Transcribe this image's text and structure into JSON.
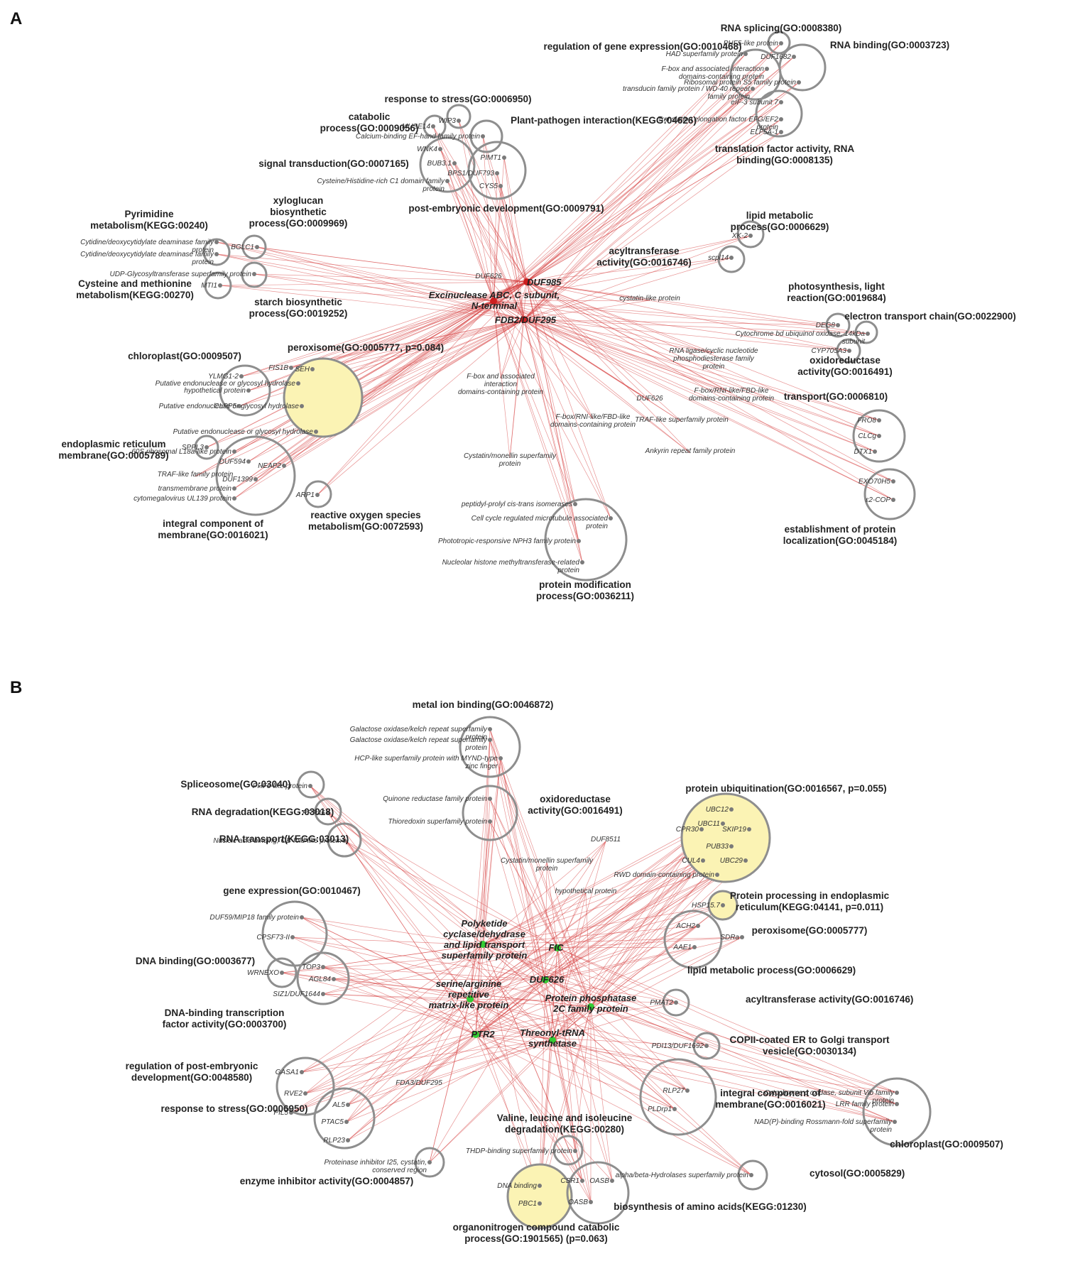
{
  "panels": [
    {
      "letter": "A",
      "hub_color": "#cc1f1f",
      "hubs": [
        {
          "id": "a_h1",
          "label": "DUF985"
        },
        {
          "id": "a_h2",
          "label": "Excinuclease ABC, C subunit, N-terminal"
        },
        {
          "id": "a_h3",
          "label": "FDB2/DUF295"
        }
      ],
      "terms": [
        {
          "id": "a_t1",
          "label": "RNA splicing(GO:0008380)",
          "genes": [
            "PHF5-like protein"
          ]
        },
        {
          "id": "a_t2",
          "label": "regulation of gene expression(GO:0010468)",
          "genes": [
            "HAD superfamily protein",
            "F-box and associated interaction domains-containing protein",
            "transducin family protein / WD-40 repeat family protein"
          ]
        },
        {
          "id": "a_t3",
          "label": "RNA binding(GO:0003723)",
          "genes": [
            "DUF1682",
            "Ribosomal protein S5 family protein"
          ]
        },
        {
          "id": "a_t4",
          "label": "translation factor activity, RNA binding(GO:0008135)",
          "genes": [
            "eIF-3 subunit 7",
            "Translation elongation factor EFG/EF2 protein",
            "ELF5A-1"
          ]
        },
        {
          "id": "a_t5",
          "label": "response to stress(GO:0006950)",
          "genes": [
            "WIP3"
          ]
        },
        {
          "id": "a_t6",
          "label": "catabolic process(GO:0009056)",
          "genes": [
            "MUSE14"
          ]
        },
        {
          "id": "a_t7",
          "label": "Plant-pathogen interaction(KEGG:04626)",
          "genes": [
            "Calcium-binding EF-hand family protein"
          ]
        },
        {
          "id": "a_t8",
          "label": "signal transduction(GO:0007165)",
          "genes": [
            "WNK4",
            "BUB3.1",
            "Cysteine/Histidine-rich C1 domain family protein"
          ]
        },
        {
          "id": "a_t9",
          "label": "post-embryonic development(GO:0009791)",
          "genes": [
            "PIMT1",
            "BPS1/DUF793",
            "CYS5"
          ]
        },
        {
          "id": "a_t10",
          "label": "Pyrimidine metabolism(KEGG:00240)",
          "genes": [
            "Cytidine/deoxycytidylate deaminase family protein",
            "Cytidine/deoxycytidylate deaminase family protein"
          ]
        },
        {
          "id": "a_t11",
          "label": "xyloglucan biosynthetic process(GO:0009969)",
          "genes": [
            "BGLC1"
          ]
        },
        {
          "id": "a_t12",
          "label": "Cysteine and methionine metabolism(KEGG:00270)",
          "genes": [
            "MTI1"
          ]
        },
        {
          "id": "a_t13",
          "label": "starch biosynthetic process(GO:0019252)",
          "genes": [
            "UDP-Glycosyltransferase superfamily protein"
          ]
        },
        {
          "id": "a_t14",
          "label": "lipid metabolic process(GO:0006629)",
          "genes": [
            "XK-2"
          ]
        },
        {
          "id": "a_t15",
          "label": "acyltransferase activity(GO:0016746)",
          "genes": [
            "scpl14"
          ]
        },
        {
          "id": "a_t16",
          "label": "photosynthesis, light reaction(GO:0019684)",
          "genes": [
            "DEG8"
          ]
        },
        {
          "id": "a_t17",
          "label": "electron transport chain(GO:0022900)",
          "genes": [
            "Cytochrome bd ubiquinol oxidase, 14kDa subunit"
          ]
        },
        {
          "id": "a_t18",
          "label": "oxidoreductase activity(GO:0016491)",
          "genes": [
            "CYP705A3"
          ]
        },
        {
          "id": "a_t19",
          "label": "chloroplast(GO:0009507)",
          "genes": [
            "YLMG1-2",
            "hypothetical protein",
            "CLPP5"
          ]
        },
        {
          "id": "a_t20",
          "label": "peroxisome(GO:0005777, p=0.084)",
          "genes": [
            "FIS1B",
            "SEH",
            "Putative endonuclease or glycosyl hydrolase",
            "Putative endonuclease or glycosyl hydrolase",
            "Putative endonuclease or glycosyl hydrolase"
          ]
        },
        {
          "id": "a_t21",
          "label": "endoplasmic reticulum membrane(GO:0005789)",
          "genes": [
            "SPPL3"
          ]
        },
        {
          "id": "a_t22",
          "label": "integral component of membrane(GO:0016021)",
          "genes": [
            "60S ribosomal L18a-like protein",
            "DUF594",
            "NEAP2",
            "DUF1399",
            "transmembrane protein",
            "cytomegalovirus UL139 protein"
          ]
        },
        {
          "id": "a_t23",
          "label": "reactive oxygen species metabolism(GO:0072593)",
          "genes": [
            "ARP1"
          ]
        },
        {
          "id": "a_t24",
          "label": "transport(GO:0006810)",
          "genes": [
            "FRO8",
            "CLCg",
            "DTX1"
          ]
        },
        {
          "id": "a_t25",
          "label": "establishment of protein localization(GO:0045184)",
          "genes": [
            "EXO70H5",
            "ε2-COP"
          ]
        },
        {
          "id": "a_t26",
          "label": "protein modification process(GO:0036211)",
          "genes": [
            "peptidyl-prolyl cis-trans isomerases",
            "Cell cycle regulated microtubule associated protein",
            "Phototropic-responsive NPH3 family protein",
            "Nucleolar histone methyltransferase-related protein"
          ]
        }
      ],
      "free_genes": [
        "DUF626",
        "cystatin-like protein",
        "RNA ligase/cyclic nucleotide phosphodiesterase family protein",
        "F-box and associated interaction domains-containing protein",
        "F-box/RNI-like/FBD-like domains-containing protein",
        "DUF626",
        "F-box/RNI-like/FBD-like domains-containing protein",
        "TRAF-like superfamily protein",
        "Cystatin/monellin superfamily protein",
        "Ankyrin repeat family protein",
        "TRAF-like family protein"
      ]
    },
    {
      "letter": "B",
      "hub_color": "#33cc33",
      "hubs": [
        {
          "id": "b_h1",
          "label": "Polyketide cyclase/dehydrase and lipid transport superfamily protein"
        },
        {
          "id": "b_h2",
          "label": "FIC"
        },
        {
          "id": "b_h3",
          "label": "DUF626"
        },
        {
          "id": "b_h4",
          "label": "serine/arginine repetitive matrix-like protein"
        },
        {
          "id": "b_h5",
          "label": "Protein phosphatase 2C family protein"
        },
        {
          "id": "b_h6",
          "label": "PTR2"
        },
        {
          "id": "b_h7",
          "label": "Threonyl-tRNA synthetase"
        }
      ],
      "terms": [
        {
          "id": "b_t1",
          "label": "metal ion binding(GO:0046872)",
          "genes": [
            "Galactose oxidase/kelch repeat superfamily protein",
            "Galactose oxidase/kelch repeat superfamily protein",
            "HCP-like superfamily protein with MYND-type zinc finger"
          ]
        },
        {
          "id": "b_t2",
          "label": "oxidoreductase activity(GO:0016491)",
          "genes": [
            "Quinone reductase family protein",
            "Thioredoxin superfamily protein"
          ]
        },
        {
          "id": "b_t3",
          "label": "Spliceosome(GO:03040)",
          "genes": [
            "PHF5-like protein"
          ]
        },
        {
          "id": "b_t4",
          "label": "RNA degradation(KEGG:03018)",
          "genes": [
            "RRP46"
          ]
        },
        {
          "id": "b_t5",
          "label": "RNA transport(KEGG:03013)",
          "genes": [
            "Nucleic acid-binding, OB-fold-like protein"
          ]
        },
        {
          "id": "b_t6",
          "label": "protein ubiquitination(GO:0016567, p=0.055)",
          "genes": [
            "UBC12",
            "UBC11",
            "CPR30",
            "SKIP19",
            "PUB33",
            "CUL4",
            "UBC29",
            "RWD domain-containing protein"
          ]
        },
        {
          "id": "b_t7",
          "label": "Protein processing in endoplasmic reticulum(KEGG:04141, p=0.011)",
          "genes": [
            "HSP15.7"
          ]
        },
        {
          "id": "b_t8",
          "label": "peroxisome(GO:0005777)",
          "genes": [
            "ACH2",
            "AAE1",
            "SDRa"
          ]
        },
        {
          "id": "b_t9",
          "label": "lipid metabolic process(GO:0006629)",
          "genes": []
        },
        {
          "id": "b_t10",
          "label": "gene expression(GO:0010467)",
          "genes": [
            "DUF59/MIP18 family protein",
            "CPSF73-II"
          ]
        },
        {
          "id": "b_t11",
          "label": "DNA binding(GO:0003677)",
          "genes": [
            "WRNEXO"
          ]
        },
        {
          "id": "b_t12",
          "label": "DNA-binding transcription factor activity(GO:0003700)",
          "genes": [
            "TOP3",
            "AGL84",
            "SIZ1/DUF1644"
          ]
        },
        {
          "id": "b_t13",
          "label": "acyltransferase activity(GO:0016746)",
          "genes": [
            "PMAT2"
          ]
        },
        {
          "id": "b_t14",
          "label": "COPII-coated ER to Golgi transport vesicle(GO:0030134)",
          "genes": [
            "PDI13/DUF1692"
          ]
        },
        {
          "id": "b_t15",
          "label": "regulation of post-embryonic development(GO:0048580)",
          "genes": [
            "GASA1",
            "RVE2",
            "PIL5"
          ]
        },
        {
          "id": "b_t16",
          "label": "response to stress(GO:0006950)",
          "genes": [
            "AL5",
            "PTAC5",
            "RLP23"
          ]
        },
        {
          "id": "b_t17",
          "label": "integral component of membrane(GO:0016021)",
          "genes": [
            "RLP27",
            "PLDrp1"
          ]
        },
        {
          "id": "b_t18",
          "label": "chloroplast(GO:0009507)",
          "genes": [
            "Cytochrome c oxidase, subunit Vib family protein",
            "LRR family protein",
            "NAD(P)-binding Rossmann-fold superfamily protein"
          ]
        },
        {
          "id": "b_t19",
          "label": "Valine, leucine and isoleucine degradation(KEGG:00280)",
          "genes": [
            "THDP-binding superfamily protein"
          ]
        },
        {
          "id": "b_t20",
          "label": "enzyme inhibitor activity(GO:0004857)",
          "genes": [
            "Proteinase inhibitor I25, cystatin, conserved region"
          ]
        },
        {
          "id": "b_t21",
          "label": "cytosol(GO:0005829)",
          "genes": [
            "alpha/beta-Hydrolases superfamily protein"
          ]
        },
        {
          "id": "b_t22",
          "label": "organonitrogen compound catabolic process(GO:1901565) (p=0.063)",
          "genes": [
            "DNA binding",
            "PBC1"
          ]
        },
        {
          "id": "b_t23",
          "label": "biosynthesis of amino acids(KEGG:01230)",
          "genes": [
            "CSR1",
            "OASB",
            "OASB"
          ]
        }
      ],
      "free_genes": [
        "DUF8511",
        "Cystatin/monellin superfamily protein",
        "hypothetical protein",
        "FDA3/DUF295"
      ]
    }
  ],
  "style": {
    "edge_color": "#d63a3a",
    "circle_stroke": "#8e8e8e",
    "enriched_fill": "#fbf3b4",
    "gene_dot": "#7a7a7a"
  }
}
